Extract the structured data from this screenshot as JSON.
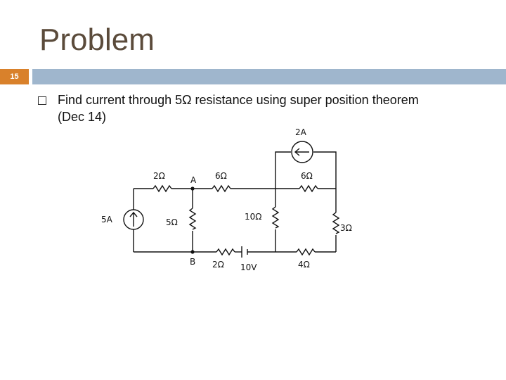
{
  "slide": {
    "title": "Problem",
    "number": "15",
    "bullet_line1": "Find current through 5Ω resistance using super position theorem",
    "bullet_line2": "(Dec 14)"
  },
  "circuit": {
    "labels": {
      "r_2ohm_top": "2Ω",
      "node_a": "A",
      "r_6ohm_mid": "6Ω",
      "cs_2a": "2A",
      "r_6ohm_right": "6Ω",
      "cs_5a": "5A",
      "r_5ohm": "5Ω",
      "r_10ohm": "10Ω",
      "r_3ohm": "3Ω",
      "node_b": "B",
      "r_2ohm_bottom": "2Ω",
      "vs_10v": "10V",
      "r_4ohm": "4Ω"
    }
  },
  "colors": {
    "title": "#5b4b3b",
    "accent_bar": "#d9812b",
    "header_bar": "#9fb6cd"
  }
}
